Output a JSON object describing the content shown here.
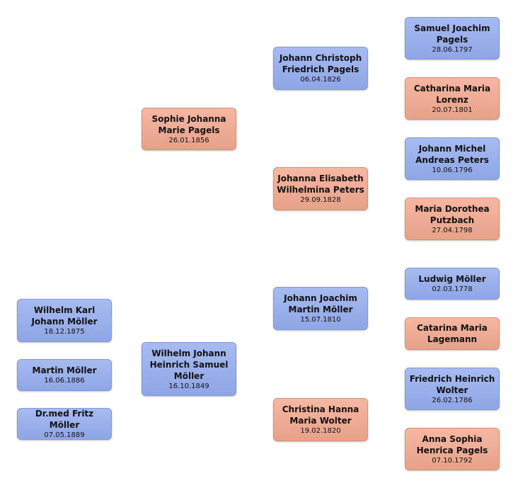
{
  "people": {
    "child1": {
      "name": "Wilhelm Karl Johann Möller",
      "date": "18.12.1875"
    },
    "child2": {
      "name": "Martin Möller",
      "date": "16.06.1886"
    },
    "child3": {
      "name": "Dr.med Fritz Möller",
      "date": "07.05.1889"
    },
    "mother": {
      "name": "Sophie Johanna Marie Pagels",
      "date": "26.01.1856"
    },
    "father": {
      "name": "Wilhelm Johann Heinrich Samuel Möller",
      "date": "16.10.1849"
    },
    "mother_father": {
      "name": "Johann Christoph Friedrich Pagels",
      "date": "06.04.1826"
    },
    "mother_mother": {
      "name": "Johanna Elisabeth Wilhelmina Peters",
      "date": "29.09.1828"
    },
    "father_father": {
      "name": "Johann Joachim Martin Möller",
      "date": "15.07.1810"
    },
    "father_mother": {
      "name": "Christina Hanna Maria Wolter",
      "date": "19.02.1820"
    },
    "gg1": {
      "name": "Samuel Joachim Pagels",
      "date": "28.06.1797"
    },
    "gg2": {
      "name": "Catharina Maria Lorenz",
      "date": "20.07.1801"
    },
    "gg3": {
      "name": "Johann Michel Andreas Peters",
      "date": "10.06.1796"
    },
    "gg4": {
      "name": "Maria Dorothea Putzbach",
      "date": "27.04.1798"
    },
    "gg5": {
      "name": "Ludwig Möller",
      "date": "02.03.1778"
    },
    "gg6": {
      "name": "Catarina Maria Lagemann",
      "date": ""
    },
    "gg7": {
      "name": "Friedrich Heinrich Wolter",
      "date": "26.02.1786"
    },
    "gg8": {
      "name": "Anna Sophia Henrica Pagels",
      "date": "07.10.1792"
    }
  }
}
